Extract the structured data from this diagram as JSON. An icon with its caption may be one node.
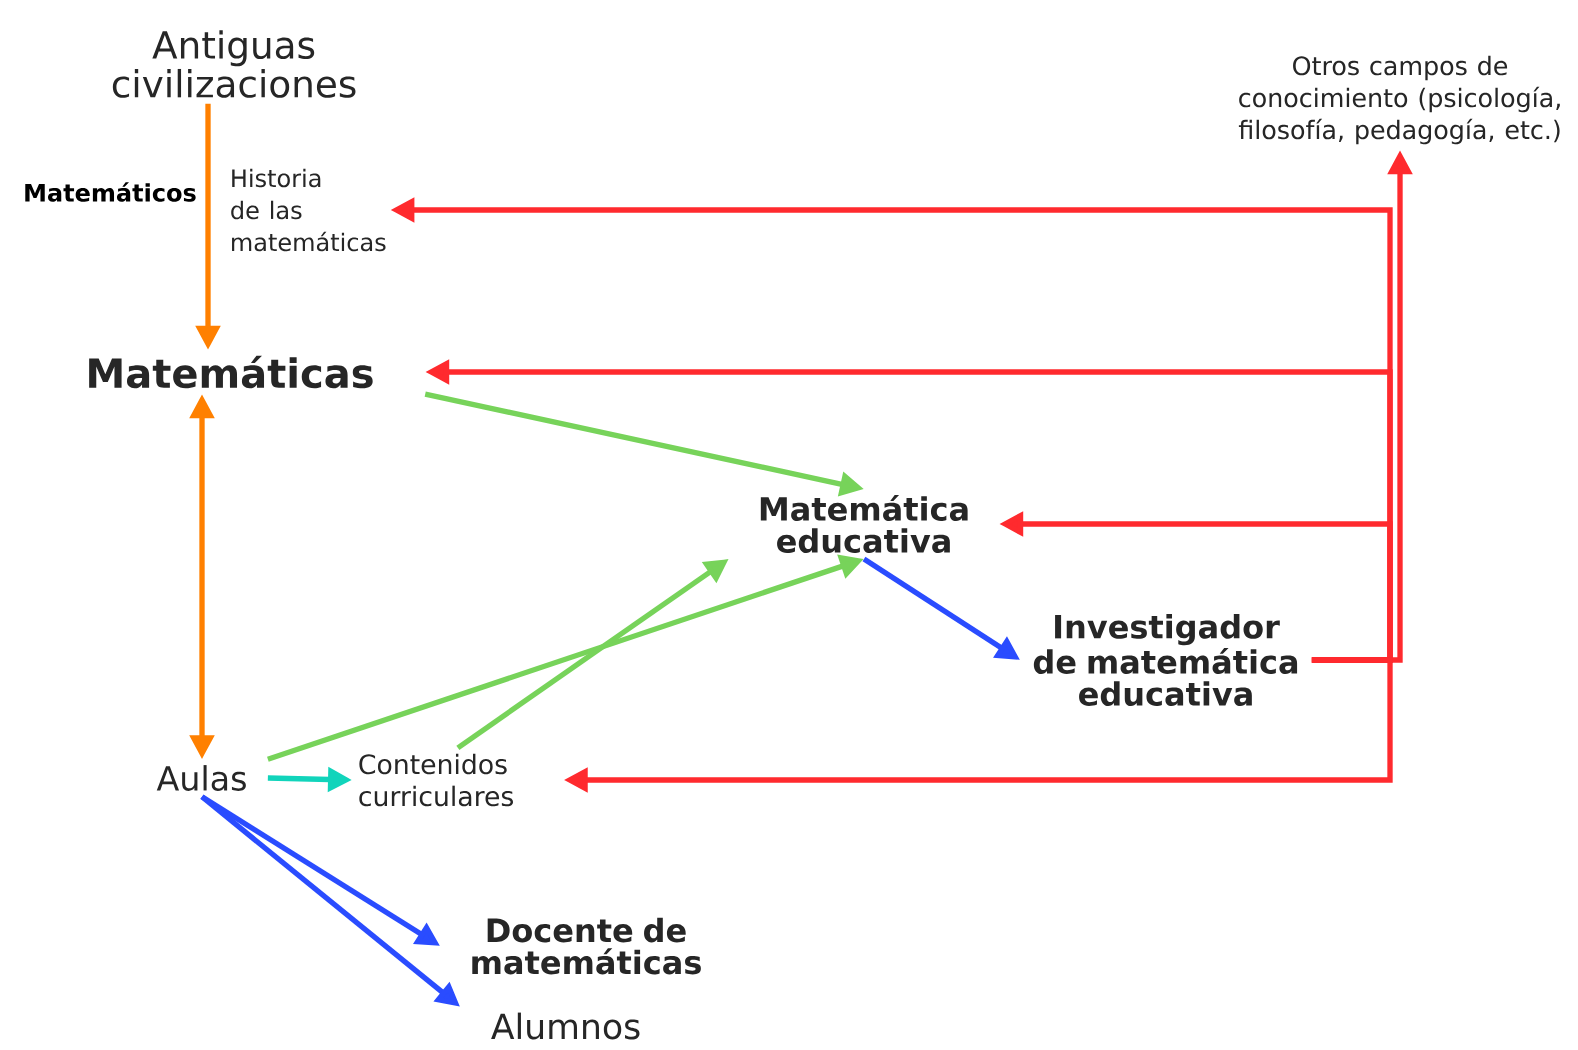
{
  "diagram": {
    "nodes": [
      {
        "text": [
          "Antiguas civilizaciones"
        ]
      },
      {
        "text": [
          "Historia de las matemáticas"
        ]
      },
      {
        "text": [
          "Matemáticas"
        ]
      },
      {
        "text": [
          "Otros campos de conocimiento (psicología, filosofía, pedagogía, etc.)"
        ]
      },
      {
        "text": [
          "Matemática educativa"
        ]
      },
      {
        "text": [
          "Investigador de matemática educativa"
        ]
      },
      {
        "text": [
          "Aulas"
        ]
      },
      {
        "text": [
          "Contenidos curriculares"
        ]
      },
      {
        "text": [
          "Docente de matemáticas"
        ]
      },
      {
        "text": [
          "Alumnos"
        ]
      }
    ],
    "edges": [
      {
        "from": 0,
        "to": 2,
        "arrow": "to",
        "label": "Matemáticos",
        "color": "#ff8000"
      },
      {
        "from": 2,
        "to": 6,
        "arrow": "both",
        "color": "#ff8000"
      },
      {
        "from": 2,
        "to": 4,
        "arrow": "to",
        "color": "#77d35a"
      },
      {
        "from": 6,
        "to": 4,
        "arrow": "to",
        "color": "#77d35a"
      },
      {
        "from": 7,
        "to": 4,
        "arrow": "to",
        "color": "#77d35a"
      },
      {
        "from": 6,
        "to": 7,
        "arrow": "to",
        "color": "#11d4bb"
      },
      {
        "from": 6,
        "to": 8,
        "arrow": "to",
        "color": "#2a4cff"
      },
      {
        "from": 6,
        "to": 9,
        "arrow": "to",
        "color": "#2a4cff"
      },
      {
        "from": 4,
        "to": 5,
        "arrow": "to",
        "color": "#2a4cff"
      },
      {
        "from": 5,
        "to": 3,
        "arrow": "to",
        "color": "#ff2a2e"
      },
      {
        "from": 5,
        "to": 1,
        "arrow": "to",
        "color": "#ff2a2e"
      },
      {
        "from": 5,
        "to": 2,
        "arrow": "to",
        "color": "#ff2a2e"
      },
      {
        "from": 5,
        "to": 4,
        "arrow": "to",
        "color": "#ff2a2e"
      },
      {
        "from": 5,
        "to": 7,
        "arrow": "to",
        "color": "#ff2a2e"
      }
    ]
  }
}
